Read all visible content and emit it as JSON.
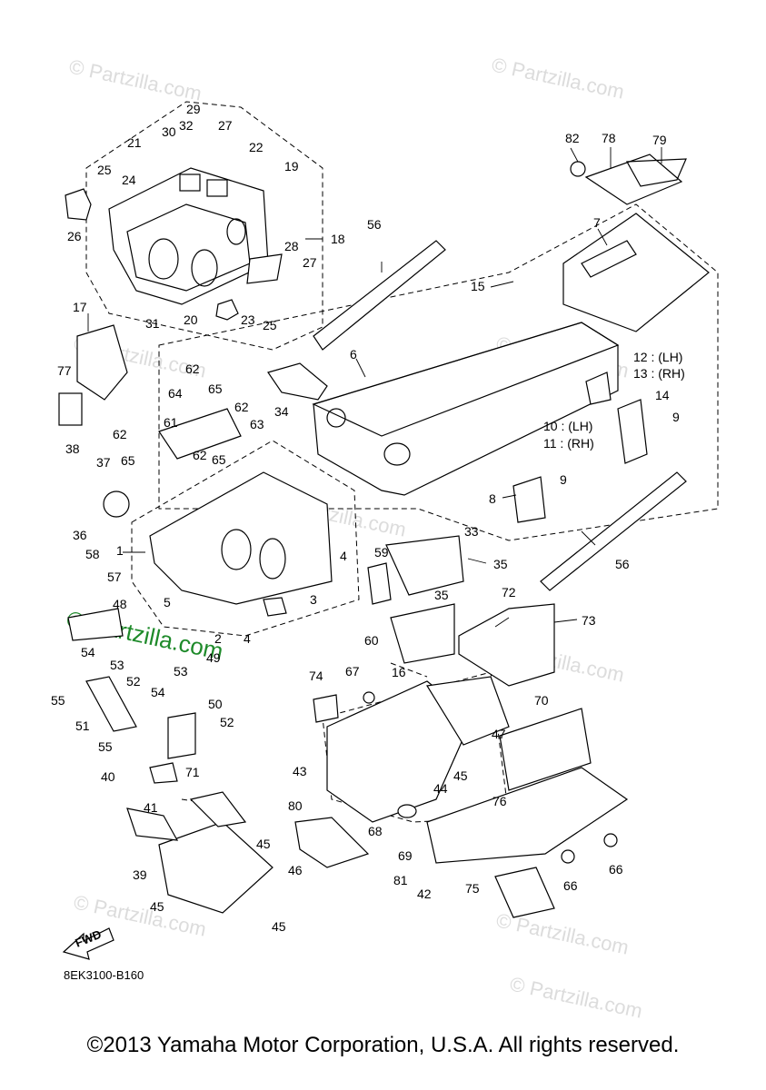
{
  "diagram": {
    "code": "8EK3100-B160",
    "fwd_label": "FWD",
    "copyright": "©2013 Yamaha Motor Corporation, U.S.A. All rights reserved.",
    "watermarks": [
      "© Partzilla.com",
      "© Partzilla.com",
      "© Partzilla.com",
      "© Partzilla.com",
      "© Partzilla.com",
      "© Partzilla.com",
      "© Partzilla.com",
      "© Partzilla.com",
      "© Partzilla.com"
    ],
    "watermark_highlight": "© Partzilla.com",
    "parts": [
      {
        "id": "p1",
        "label": "1"
      },
      {
        "id": "p2",
        "label": "2"
      },
      {
        "id": "p3",
        "label": "3"
      },
      {
        "id": "p4a",
        "label": "4"
      },
      {
        "id": "p4b",
        "label": "4"
      },
      {
        "id": "p5",
        "label": "5"
      },
      {
        "id": "p6",
        "label": "6"
      },
      {
        "id": "p7",
        "label": "7"
      },
      {
        "id": "p8",
        "label": "8"
      },
      {
        "id": "p9a",
        "label": "9"
      },
      {
        "id": "p9b",
        "label": "9"
      },
      {
        "id": "p10",
        "label": "10 : (LH)"
      },
      {
        "id": "p11",
        "label": "11 : (RH)"
      },
      {
        "id": "p12",
        "label": "12 : (LH)"
      },
      {
        "id": "p13",
        "label": "13 : (RH)"
      },
      {
        "id": "p14",
        "label": "14"
      },
      {
        "id": "p15",
        "label": "15"
      },
      {
        "id": "p16",
        "label": "16"
      },
      {
        "id": "p17",
        "label": "17"
      },
      {
        "id": "p18",
        "label": "18"
      },
      {
        "id": "p19",
        "label": "19"
      },
      {
        "id": "p20",
        "label": "20"
      },
      {
        "id": "p21",
        "label": "21"
      },
      {
        "id": "p22",
        "label": "22"
      },
      {
        "id": "p23",
        "label": "23"
      },
      {
        "id": "p24",
        "label": "24"
      },
      {
        "id": "p25a",
        "label": "25"
      },
      {
        "id": "p25b",
        "label": "25"
      },
      {
        "id": "p26",
        "label": "26"
      },
      {
        "id": "p27a",
        "label": "27"
      },
      {
        "id": "p27b",
        "label": "27"
      },
      {
        "id": "p28",
        "label": "28"
      },
      {
        "id": "p29",
        "label": "29"
      },
      {
        "id": "p30",
        "label": "30"
      },
      {
        "id": "p31",
        "label": "31"
      },
      {
        "id": "p32",
        "label": "32"
      },
      {
        "id": "p33",
        "label": "33"
      },
      {
        "id": "p34",
        "label": "34"
      },
      {
        "id": "p35a",
        "label": "35"
      },
      {
        "id": "p35b",
        "label": "35"
      },
      {
        "id": "p36",
        "label": "36"
      },
      {
        "id": "p37",
        "label": "37"
      },
      {
        "id": "p38",
        "label": "38"
      },
      {
        "id": "p39",
        "label": "39"
      },
      {
        "id": "p40",
        "label": "40"
      },
      {
        "id": "p41",
        "label": "41"
      },
      {
        "id": "p42",
        "label": "42"
      },
      {
        "id": "p43",
        "label": "43"
      },
      {
        "id": "p44",
        "label": "44"
      },
      {
        "id": "p45a",
        "label": "45"
      },
      {
        "id": "p45b",
        "label": "45"
      },
      {
        "id": "p45c",
        "label": "45"
      },
      {
        "id": "p45d",
        "label": "45"
      },
      {
        "id": "p46",
        "label": "46"
      },
      {
        "id": "p47",
        "label": "47"
      },
      {
        "id": "p48",
        "label": "48"
      },
      {
        "id": "p49",
        "label": "49"
      },
      {
        "id": "p50",
        "label": "50"
      },
      {
        "id": "p51",
        "label": "51"
      },
      {
        "id": "p52a",
        "label": "52"
      },
      {
        "id": "p52b",
        "label": "52"
      },
      {
        "id": "p53a",
        "label": "53"
      },
      {
        "id": "p53b",
        "label": "53"
      },
      {
        "id": "p54a",
        "label": "54"
      },
      {
        "id": "p54b",
        "label": "54"
      },
      {
        "id": "p55a",
        "label": "55"
      },
      {
        "id": "p55b",
        "label": "55"
      },
      {
        "id": "p56a",
        "label": "56"
      },
      {
        "id": "p56b",
        "label": "56"
      },
      {
        "id": "p57",
        "label": "57"
      },
      {
        "id": "p58",
        "label": "58"
      },
      {
        "id": "p59",
        "label": "59"
      },
      {
        "id": "p60",
        "label": "60"
      },
      {
        "id": "p61",
        "label": "61"
      },
      {
        "id": "p62a",
        "label": "62"
      },
      {
        "id": "p62b",
        "label": "62"
      },
      {
        "id": "p62c",
        "label": "62"
      },
      {
        "id": "p62d",
        "label": "62"
      },
      {
        "id": "p63",
        "label": "63"
      },
      {
        "id": "p64",
        "label": "64"
      },
      {
        "id": "p65a",
        "label": "65"
      },
      {
        "id": "p65b",
        "label": "65"
      },
      {
        "id": "p65c",
        "label": "65"
      },
      {
        "id": "p66a",
        "label": "66"
      },
      {
        "id": "p66b",
        "label": "66"
      },
      {
        "id": "p67",
        "label": "67"
      },
      {
        "id": "p68",
        "label": "68"
      },
      {
        "id": "p69",
        "label": "69"
      },
      {
        "id": "p70",
        "label": "70"
      },
      {
        "id": "p71",
        "label": "71"
      },
      {
        "id": "p72",
        "label": "72"
      },
      {
        "id": "p73",
        "label": "73"
      },
      {
        "id": "p74",
        "label": "74"
      },
      {
        "id": "p75",
        "label": "75"
      },
      {
        "id": "p76",
        "label": "76"
      },
      {
        "id": "p77",
        "label": "77"
      },
      {
        "id": "p78",
        "label": "78"
      },
      {
        "id": "p79",
        "label": "79"
      },
      {
        "id": "p80",
        "label": "80"
      },
      {
        "id": "p81",
        "label": "81"
      },
      {
        "id": "p82",
        "label": "82"
      }
    ]
  }
}
